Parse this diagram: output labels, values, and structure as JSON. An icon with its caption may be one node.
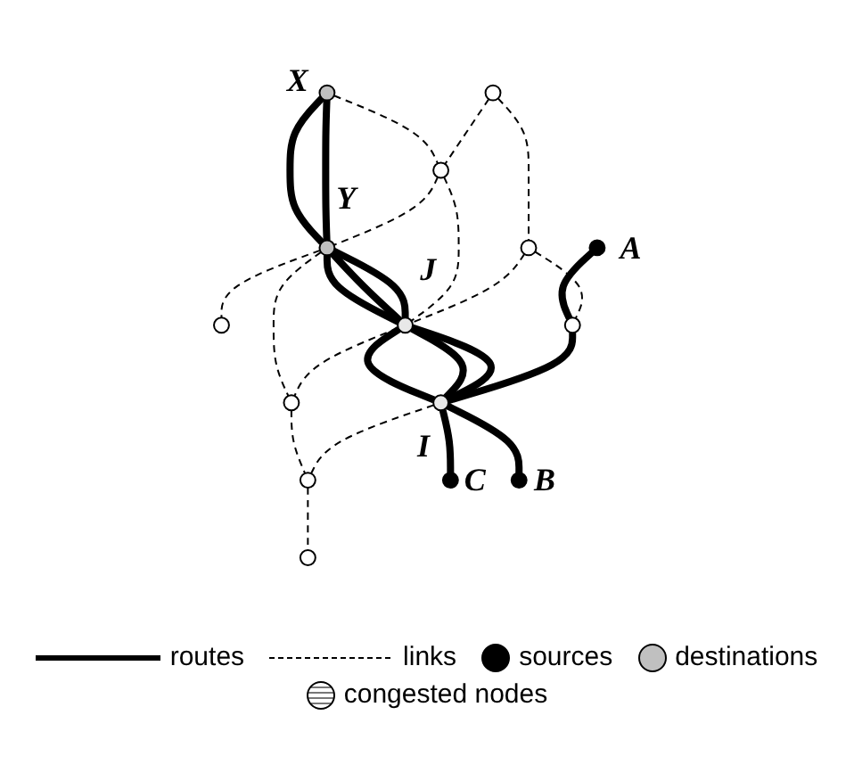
{
  "diagram": {
    "nodes": [
      {
        "text": [],
        "shape": "circle",
        "beside": [
          "X"
        ]
      },
      {
        "text": [],
        "shape": "circle"
      },
      {
        "text": [],
        "shape": "circle",
        "beside": [
          "Y"
        ]
      },
      {
        "text": [],
        "shape": "circle"
      },
      {
        "text": [],
        "shape": "circle"
      },
      {
        "text": [],
        "shape": "circle"
      },
      {
        "text": [],
        "shape": "circle",
        "beside": [
          "J"
        ]
      },
      {
        "text": [],
        "shape": "circle"
      },
      {
        "text": [],
        "shape": "circle"
      },
      {
        "text": [],
        "shape": "circle",
        "beside": [
          "I"
        ]
      },
      {
        "text": [],
        "shape": "circle"
      },
      {
        "text": [],
        "shape": "circle"
      },
      {
        "text": [],
        "shape": "circle",
        "beside": [
          "A"
        ]
      },
      {
        "text": [],
        "shape": "circle",
        "beside": [
          "C"
        ]
      },
      {
        "text": [],
        "shape": "circle",
        "beside": [
          "B"
        ]
      }
    ],
    "edges": [
      {
        "from": 0,
        "to": 2,
        "arrow": "none",
        "style": "thick"
      },
      {
        "from": 0,
        "to": 2,
        "arrow": "none",
        "style": "thick"
      },
      {
        "from": 2,
        "to": 6,
        "arrow": "none",
        "style": "thick"
      },
      {
        "from": 2,
        "to": 6,
        "arrow": "none",
        "style": "thick"
      },
      {
        "from": 2,
        "to": 6,
        "arrow": "none",
        "style": "thick"
      },
      {
        "from": 6,
        "to": 9,
        "arrow": "none",
        "style": "thick"
      },
      {
        "from": 6,
        "to": 9,
        "arrow": "none",
        "style": "thick"
      },
      {
        "from": 6,
        "to": 9,
        "arrow": "none",
        "style": "thick"
      },
      {
        "from": 12,
        "to": 10,
        "arrow": "none",
        "style": "thick"
      },
      {
        "from": 10,
        "to": 9,
        "arrow": "none",
        "style": "thick"
      },
      {
        "from": 9,
        "to": 14,
        "arrow": "none",
        "style": "thick"
      },
      {
        "from": 9,
        "to": 13,
        "arrow": "none",
        "style": "thick"
      },
      {
        "from": 0,
        "to": 3,
        "arrow": "none",
        "style": "dashed"
      },
      {
        "from": 3,
        "to": 2,
        "arrow": "none",
        "style": "dashed"
      },
      {
        "from": 2,
        "to": 1,
        "arrow": "none",
        "style": "dashed"
      },
      {
        "from": 4,
        "to": 3,
        "arrow": "none",
        "style": "dashed"
      },
      {
        "from": 3,
        "to": 6,
        "arrow": "none",
        "style": "dashed"
      },
      {
        "from": 2,
        "to": 5,
        "arrow": "none",
        "style": "dashed"
      },
      {
        "from": 4,
        "to": 7,
        "arrow": "none",
        "style": "dashed"
      },
      {
        "from": 7,
        "to": 6,
        "arrow": "none",
        "style": "dashed"
      },
      {
        "from": 6,
        "to": 5,
        "arrow": "none",
        "style": "dashed"
      },
      {
        "from": 5,
        "to": 8,
        "arrow": "none",
        "style": "dashed"
      },
      {
        "from": 7,
        "to": 10,
        "arrow": "none",
        "style": "dashed"
      },
      {
        "from": 9,
        "to": 8,
        "arrow": "none",
        "style": "dashed"
      },
      {
        "from": 8,
        "to": 11,
        "arrow": "none",
        "style": "dashed"
      }
    ],
    "legend": [
      {
        "text": "routes"
      },
      {
        "text": "links"
      },
      {
        "text": "sources",
        "color": "#000000"
      },
      {
        "text": "destinations",
        "color": "#c0c0c0"
      },
      {
        "text": "congested nodes"
      }
    ]
  }
}
